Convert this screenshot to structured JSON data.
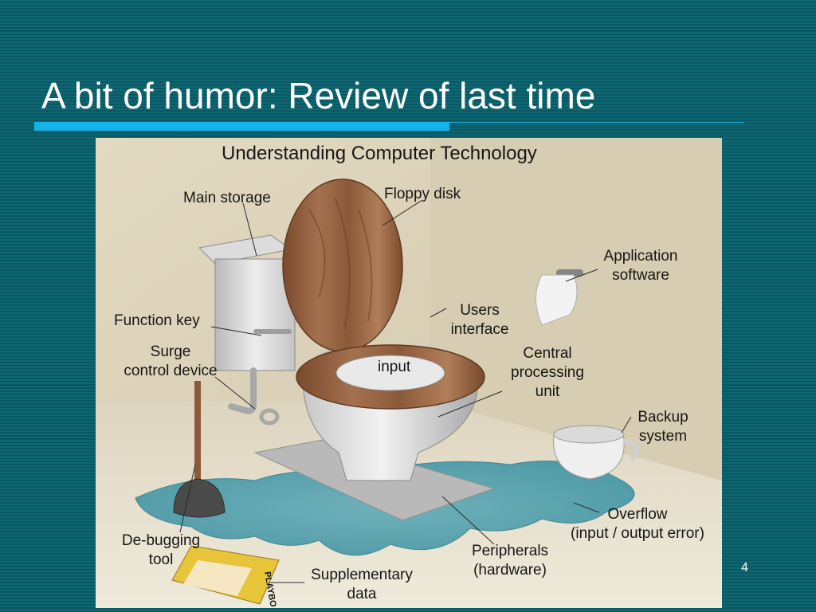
{
  "slide": {
    "title": "A bit of humor: Review of last time",
    "page_number": "4"
  },
  "cartoon": {
    "heading": "Understanding Computer Technology",
    "labels": {
      "main_storage": "Main storage",
      "floppy_disk": "Floppy disk",
      "application_software_1": "Application",
      "application_software_2": "software",
      "function_key": "Function key",
      "users_interface_1": "Users",
      "users_interface_2": "interface",
      "surge_1": "Surge",
      "surge_2": "control device",
      "input": "input",
      "cpu_1": "Central",
      "cpu_2": "processing",
      "cpu_3": "unit",
      "backup_1": "Backup",
      "backup_2": "system",
      "overflow_1": "Overflow",
      "overflow_2": "(input / output error)",
      "debugging_1": "De-bugging",
      "debugging_2": "tool",
      "peripherals_1": "Peripherals",
      "peripherals_2": "(hardware)",
      "supplementary_1": "Supplementary",
      "supplementary_2": "data",
      "magazine": "PLAYBO"
    }
  },
  "colors": {
    "background": "#0c6470",
    "accent_rule": "#14b3ec",
    "title_text": "#ffffff"
  }
}
